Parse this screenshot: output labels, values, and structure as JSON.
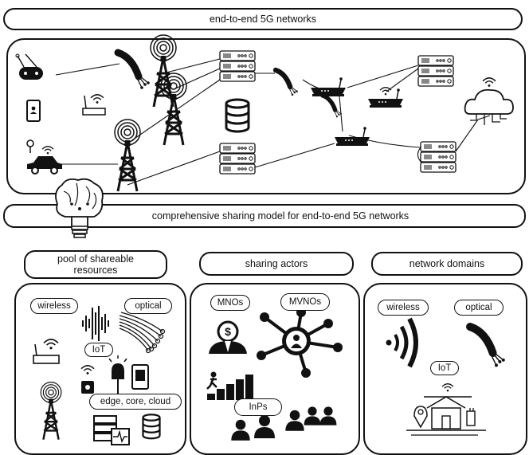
{
  "top_title": "end-to-end 5G networks",
  "model_title": "comprehensive sharing model for end-to-end 5G networks",
  "sections": {
    "pool": {
      "title": "pool of shareable resources",
      "labels": {
        "wireless": "wireless",
        "optical": "optical",
        "iot": "IoT",
        "edge": "edge, core, cloud"
      }
    },
    "actors": {
      "title": "sharing actors",
      "labels": {
        "mnos": "MNOs",
        "mvnos": "MVNOs",
        "inps": "InPs"
      }
    },
    "domains": {
      "title": "network domains",
      "labels": {
        "wireless": "wireless",
        "optical": "optical",
        "iot": "IoT"
      }
    }
  },
  "server_dots": "ooo"
}
